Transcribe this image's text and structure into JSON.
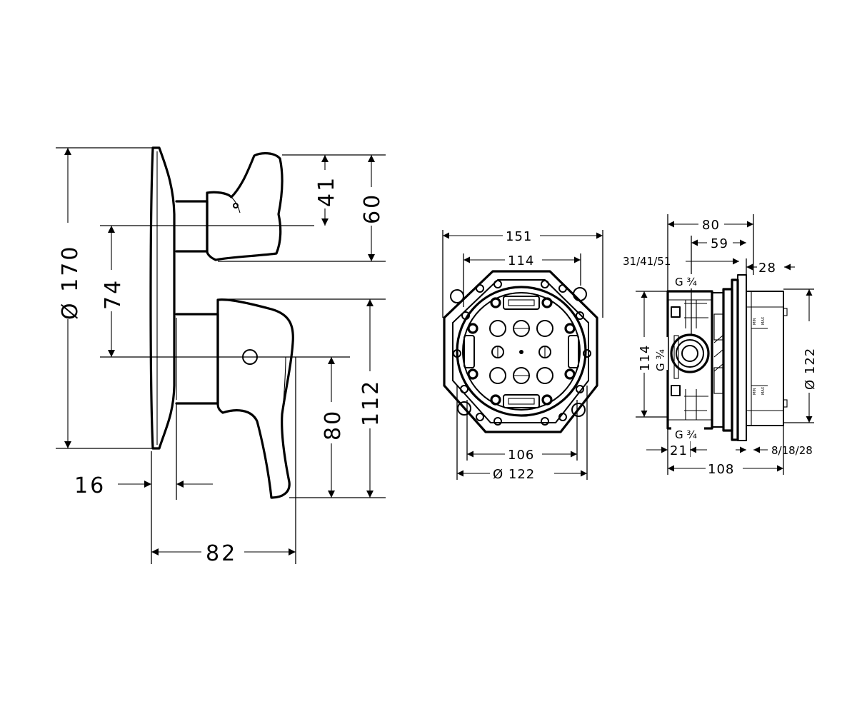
{
  "labels": {
    "left_diameter": "Ø 170",
    "left_74": "74",
    "left_41": "41",
    "left_60": "60",
    "left_80": "80",
    "left_112": "112",
    "left_16": "16",
    "left_82": "82",
    "mid_151": "151",
    "mid_114": "114",
    "mid_106": "106",
    "mid_diameter": "Ø 122",
    "right_80": "80",
    "right_59": "59",
    "right_313141": "31/41/51",
    "right_28": "28",
    "right_g34_top": "G ¾",
    "right_g34_side": "G ¾",
    "right_g34_bottom": "G ¾",
    "right_114": "114",
    "right_diameter": "Ø 122",
    "right_21": "21",
    "right_81828": "8/18/28",
    "right_108": "108"
  },
  "colors": {
    "line": "#000000",
    "background": "#ffffff"
  }
}
